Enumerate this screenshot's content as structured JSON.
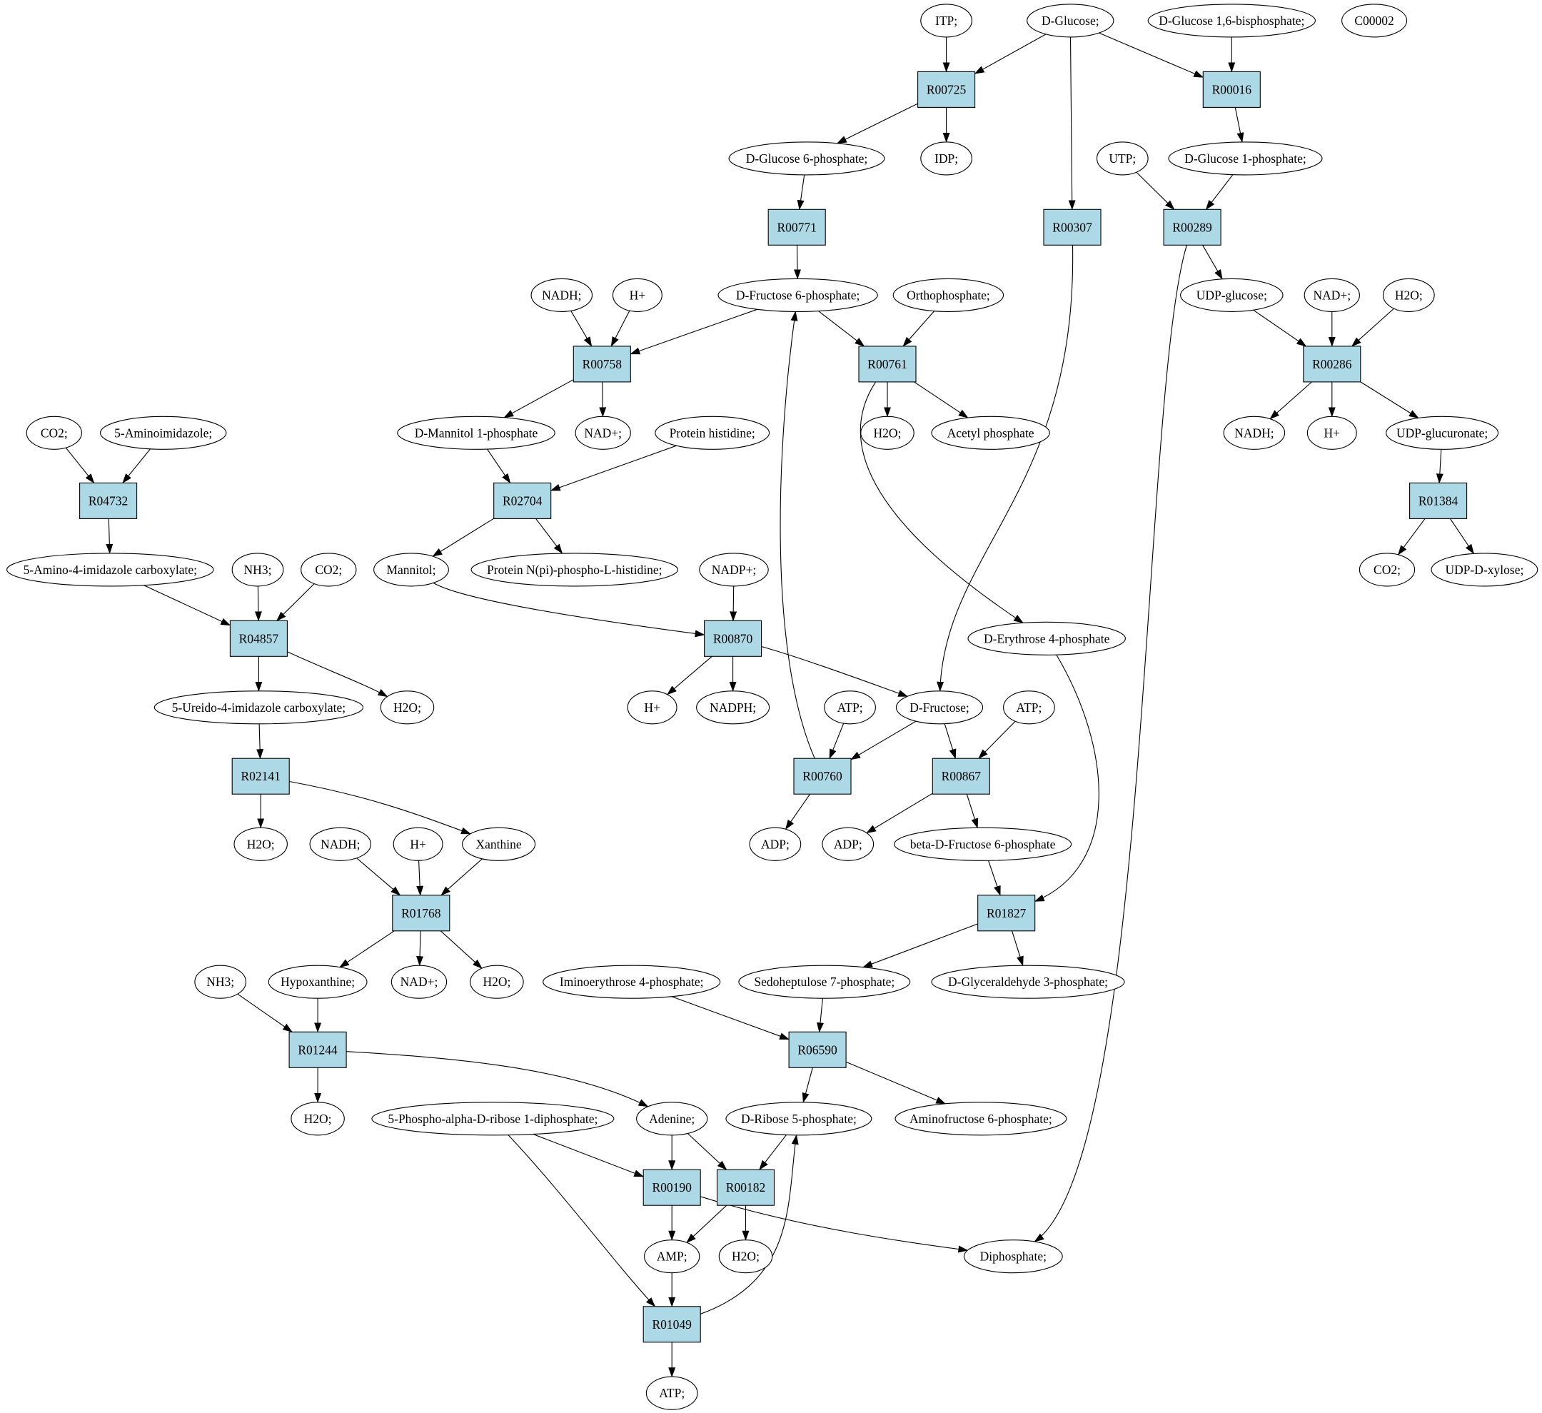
{
  "colors": {
    "reaction_fill": "#add8e6",
    "compound_fill": "#ffffff",
    "highlight_green": "#00ee00",
    "highlight_yellow": "#ffff00",
    "stroke": "#000000"
  },
  "reactions": [
    {
      "id": "R00725",
      "label": "R00725"
    },
    {
      "id": "R00016",
      "label": "R00016"
    },
    {
      "id": "R00771",
      "label": "R00771"
    },
    {
      "id": "R00307",
      "label": "R00307"
    },
    {
      "id": "R00289",
      "label": "R00289"
    },
    {
      "id": "R00758",
      "label": "R00758"
    },
    {
      "id": "R00761",
      "label": "R00761"
    },
    {
      "id": "R00286",
      "label": "R00286"
    },
    {
      "id": "R04732",
      "label": "R04732"
    },
    {
      "id": "R02704",
      "label": "R02704"
    },
    {
      "id": "R01384",
      "label": "R01384"
    },
    {
      "id": "R04857",
      "label": "R04857"
    },
    {
      "id": "R00870",
      "label": "R00870"
    },
    {
      "id": "R02141",
      "label": "R02141"
    },
    {
      "id": "R00760",
      "label": "R00760"
    },
    {
      "id": "R00867",
      "label": "R00867"
    },
    {
      "id": "R01768",
      "label": "R01768"
    },
    {
      "id": "R01827",
      "label": "R01827"
    },
    {
      "id": "R01244",
      "label": "R01244"
    },
    {
      "id": "R06590",
      "label": "R06590"
    },
    {
      "id": "R00190",
      "label": "R00190"
    },
    {
      "id": "R00182",
      "label": "R00182"
    },
    {
      "id": "R01049",
      "label": "R01049"
    }
  ],
  "compounds": [
    {
      "id": "itp",
      "label": "ITP;"
    },
    {
      "id": "dglucose",
      "label": "D-Glucose;",
      "highlight": "green"
    },
    {
      "id": "dg16bp",
      "label": "D-Glucose 1,6-bisphosphate;"
    },
    {
      "id": "c00002",
      "label": "C00002",
      "highlight": "yellow"
    },
    {
      "id": "dg6p",
      "label": "D-Glucose 6-phosphate;"
    },
    {
      "id": "idp",
      "label": "IDP;"
    },
    {
      "id": "utp",
      "label": "UTP;"
    },
    {
      "id": "dg1p",
      "label": "D-Glucose 1-phosphate;"
    },
    {
      "id": "nadh1",
      "label": "NADH;"
    },
    {
      "id": "hplus1",
      "label": "H+"
    },
    {
      "id": "df6p",
      "label": "D-Fructose 6-phosphate;"
    },
    {
      "id": "ortho",
      "label": "Orthophosphate;"
    },
    {
      "id": "udpglc",
      "label": "UDP-glucose;"
    },
    {
      "id": "nadp1",
      "label": "NAD+;"
    },
    {
      "id": "h2o1",
      "label": "H2O;"
    },
    {
      "id": "co2a",
      "label": "CO2;"
    },
    {
      "id": "aminoimid",
      "label": "5-Aminoimidazole;"
    },
    {
      "id": "dm1p",
      "label": "D-Mannitol 1-phosphate"
    },
    {
      "id": "nadp2",
      "label": "NAD+;"
    },
    {
      "id": "prothis",
      "label": "Protein histidine;"
    },
    {
      "id": "h2o2",
      "label": "H2O;"
    },
    {
      "id": "acetylp",
      "label": "Acetyl phosphate"
    },
    {
      "id": "nadh2",
      "label": "NADH;"
    },
    {
      "id": "hplus2",
      "label": "H+"
    },
    {
      "id": "udpglcur",
      "label": "UDP-glucuronate;"
    },
    {
      "id": "aicarbox",
      "label": "5-Amino-4-imidazole carboxylate;"
    },
    {
      "id": "nh3a",
      "label": "NH3;"
    },
    {
      "id": "co2b",
      "label": "CO2;"
    },
    {
      "id": "mannitol",
      "label": "Mannitol;"
    },
    {
      "id": "protnpi",
      "label": "Protein N(pi)-phospho-L-histidine;"
    },
    {
      "id": "nadpplus",
      "label": "NADP+;"
    },
    {
      "id": "co2c",
      "label": "CO2;"
    },
    {
      "id": "udpxyl",
      "label": "UDP-D-xylose;"
    },
    {
      "id": "de4p",
      "label": "D-Erythrose 4-phosphate"
    },
    {
      "id": "ureido",
      "label": "5-Ureido-4-imidazole carboxylate;"
    },
    {
      "id": "h2o3",
      "label": "H2O;"
    },
    {
      "id": "hplus3",
      "label": "H+"
    },
    {
      "id": "nadph",
      "label": "NADPH;"
    },
    {
      "id": "atp1",
      "label": "ATP;"
    },
    {
      "id": "dfru",
      "label": "D-Fructose;"
    },
    {
      "id": "atp2",
      "label": "ATP;"
    },
    {
      "id": "h2o4",
      "label": "H2O;"
    },
    {
      "id": "nadh3",
      "label": "NADH;"
    },
    {
      "id": "hplus4",
      "label": "H+"
    },
    {
      "id": "xanthine",
      "label": "Xanthine"
    },
    {
      "id": "adp1",
      "label": "ADP;"
    },
    {
      "id": "adp2",
      "label": "ADP;"
    },
    {
      "id": "bdf6p",
      "label": "beta-D-Fructose 6-phosphate"
    },
    {
      "id": "nh3b",
      "label": "NH3;"
    },
    {
      "id": "hypox",
      "label": "Hypoxanthine;"
    },
    {
      "id": "nadp3",
      "label": "NAD+;"
    },
    {
      "id": "h2o5",
      "label": "H2O;"
    },
    {
      "id": "imino",
      "label": "Iminoerythrose 4-phosphate;"
    },
    {
      "id": "s7p",
      "label": "Sedoheptulose 7-phosphate;"
    },
    {
      "id": "g3p",
      "label": "D-Glyceraldehyde 3-phosphate;"
    },
    {
      "id": "h2o6",
      "label": "H2O;"
    },
    {
      "id": "prpp",
      "label": "5-Phospho-alpha-D-ribose 1-diphosphate;"
    },
    {
      "id": "adenine",
      "label": "Adenine;"
    },
    {
      "id": "dr5p",
      "label": "D-Ribose 5-phosphate;"
    },
    {
      "id": "af6p",
      "label": "Aminofructose 6-phosphate;"
    },
    {
      "id": "amp",
      "label": "AMP;"
    },
    {
      "id": "h2o7",
      "label": "H2O;"
    },
    {
      "id": "diphos",
      "label": "Diphosphate;"
    },
    {
      "id": "atp3",
      "label": "ATP;"
    }
  ],
  "edges": [
    [
      "itp",
      "R00725"
    ],
    [
      "dglucose",
      "R00725"
    ],
    [
      "R00725",
      "dg6p"
    ],
    [
      "R00725",
      "idp"
    ],
    [
      "dglucose",
      "R00307"
    ],
    [
      "dglucose",
      "R00016"
    ],
    [
      "dg16bp",
      "R00016"
    ],
    [
      "R00016",
      "dg1p"
    ],
    [
      "dg6p",
      "R00771"
    ],
    [
      "R00771",
      "df6p"
    ],
    [
      "utp",
      "R00289"
    ],
    [
      "dg1p",
      "R00289"
    ],
    [
      "R00289",
      "udpglc"
    ],
    [
      "R00289",
      "diphos"
    ],
    [
      "nadh1",
      "R00758"
    ],
    [
      "hplus1",
      "R00758"
    ],
    [
      "df6p",
      "R00758"
    ],
    [
      "R00758",
      "dm1p"
    ],
    [
      "R00758",
      "nadp2"
    ],
    [
      "df6p",
      "R00761"
    ],
    [
      "ortho",
      "R00761"
    ],
    [
      "R00761",
      "h2o2"
    ],
    [
      "R00761",
      "acetylp"
    ],
    [
      "R00761",
      "de4p"
    ],
    [
      "udpglc",
      "R00286"
    ],
    [
      "nadp1",
      "R00286"
    ],
    [
      "h2o1",
      "R00286"
    ],
    [
      "R00286",
      "nadh2"
    ],
    [
      "R00286",
      "hplus2"
    ],
    [
      "R00286",
      "udpglcur"
    ],
    [
      "udpglcur",
      "R01384"
    ],
    [
      "R01384",
      "co2c"
    ],
    [
      "R01384",
      "udpxyl"
    ],
    [
      "co2a",
      "R04732"
    ],
    [
      "aminoimid",
      "R04732"
    ],
    [
      "R04732",
      "aicarbox"
    ],
    [
      "dm1p",
      "R02704"
    ],
    [
      "prothis",
      "R02704"
    ],
    [
      "R02704",
      "mannitol"
    ],
    [
      "R02704",
      "protnpi"
    ],
    [
      "aicarbox",
      "R04857"
    ],
    [
      "nh3a",
      "R04857"
    ],
    [
      "co2b",
      "R04857"
    ],
    [
      "R04857",
      "ureido"
    ],
    [
      "R04857",
      "h2o3"
    ],
    [
      "mannitol",
      "R00870"
    ],
    [
      "nadpplus",
      "R00870"
    ],
    [
      "R00870",
      "hplus3"
    ],
    [
      "R00870",
      "nadph"
    ],
    [
      "R00870",
      "dfru"
    ],
    [
      "R00307",
      "dfru"
    ],
    [
      "atp1",
      "R00760"
    ],
    [
      "dfru",
      "R00760"
    ],
    [
      "R00760",
      "df6p"
    ],
    [
      "R00760",
      "adp1"
    ],
    [
      "dfru",
      "R00867"
    ],
    [
      "atp2",
      "R00867"
    ],
    [
      "R00867",
      "adp2"
    ],
    [
      "R00867",
      "bdf6p"
    ],
    [
      "ureido",
      "R02141"
    ],
    [
      "R02141",
      "h2o4"
    ],
    [
      "R02141",
      "xanthine"
    ],
    [
      "nadh3",
      "R01768"
    ],
    [
      "hplus4",
      "R01768"
    ],
    [
      "xanthine",
      "R01768"
    ],
    [
      "R01768",
      "hypox"
    ],
    [
      "R01768",
      "nadp3"
    ],
    [
      "R01768",
      "h2o5"
    ],
    [
      "bdf6p",
      "R01827"
    ],
    [
      "de4p",
      "R01827"
    ],
    [
      "R01827",
      "s7p"
    ],
    [
      "R01827",
      "g3p"
    ],
    [
      "nh3b",
      "R01244"
    ],
    [
      "hypox",
      "R01244"
    ],
    [
      "R01244",
      "h2o6"
    ],
    [
      "R01244",
      "adenine"
    ],
    [
      "imino",
      "R06590"
    ],
    [
      "s7p",
      "R06590"
    ],
    [
      "R06590",
      "dr5p"
    ],
    [
      "R06590",
      "af6p"
    ],
    [
      "prpp",
      "R00190"
    ],
    [
      "adenine",
      "R00190"
    ],
    [
      "R00190",
      "amp"
    ],
    [
      "R00190",
      "diphos"
    ],
    [
      "adenine",
      "R00182"
    ],
    [
      "dr5p",
      "R00182"
    ],
    [
      "R00182",
      "amp"
    ],
    [
      "R00182",
      "h2o7"
    ],
    [
      "amp",
      "R01049"
    ],
    [
      "prpp",
      "R01049"
    ],
    [
      "R01049",
      "atp3"
    ],
    [
      "R01049",
      "dr5p"
    ]
  ]
}
